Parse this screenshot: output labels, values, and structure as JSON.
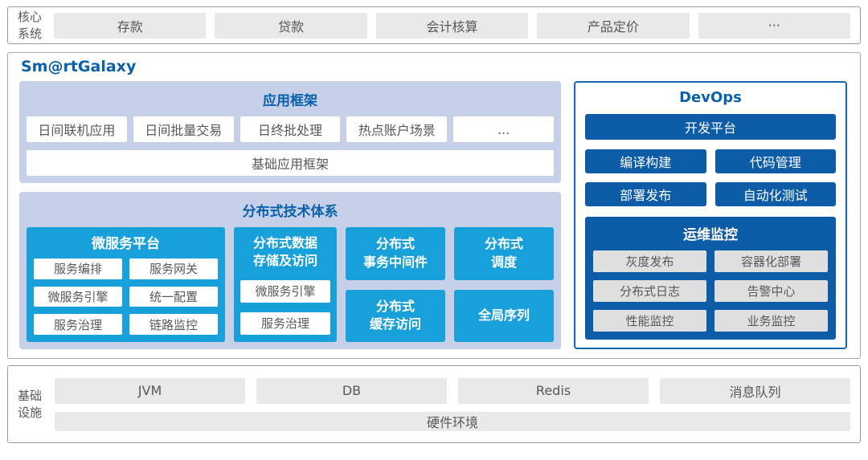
{
  "colors": {
    "bright_blue": "#18A0DB",
    "dark_blue": "#0C5CA8",
    "title_blue": "#0961AC",
    "panel_lavender": "#C7D0E9",
    "box_gray": "#E9E9E9",
    "text_gray": "#595757",
    "devops_border_blue": "#1566B0"
  },
  "core_systems": {
    "label": "核心\n系统",
    "items": [
      "存款",
      "贷款",
      "会计核算",
      "产品定价",
      "···"
    ]
  },
  "galaxy": {
    "title": "Sm@rtGalaxy",
    "app_framework": {
      "title": "应用框架",
      "items": [
        "日间联机应用",
        "日间批量交易",
        "日终批处理",
        "热点账户场景",
        "..."
      ],
      "base": "基础应用框架"
    },
    "distributed": {
      "title": "分布式技术体系",
      "microservice_platform": {
        "title": "微服务平台",
        "items": [
          "服务编排",
          "服务网关",
          "微服务引擎",
          "统一配置",
          "服务治理",
          "链路监控"
        ]
      },
      "data_storage": {
        "title": "分布式数据\n存储及访问",
        "items": [
          "微服务引擎",
          "服务治理"
        ]
      },
      "transaction_middleware": "分布式\n事务中间件",
      "scheduler": "分布式\n调度",
      "cache_access": "分布式\n缓存访问",
      "global_sequence": "全局序列"
    },
    "devops": {
      "title": "DevOps",
      "platform": "开发平台",
      "tools": [
        "编译构建",
        "代码管理",
        "部署发布",
        "自动化测试"
      ],
      "monitoring": {
        "title": "运维监控",
        "items": [
          "灰度发布",
          "容器化部署",
          "分布式日志",
          "告警中心",
          "性能监控",
          "业务监控"
        ]
      }
    }
  },
  "infrastructure": {
    "label": "基础\n设施",
    "items": [
      "JVM",
      "DB",
      "Redis",
      "消息队列"
    ],
    "base": "硬件环境"
  }
}
